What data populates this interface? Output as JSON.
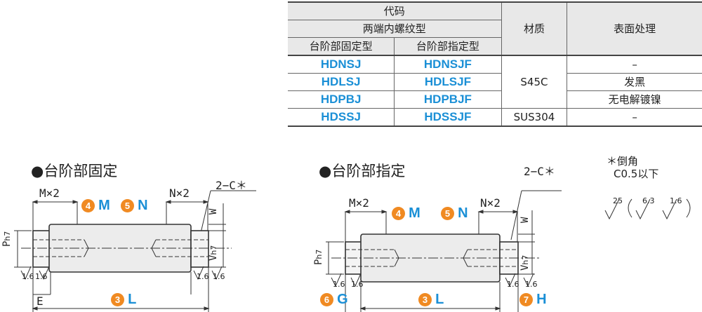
{
  "table": {
    "header": {
      "code": "代码",
      "type": "两端内螺纹型",
      "fixed": "台阶部固定型",
      "specified": "台阶部指定型",
      "material": "材质",
      "surface": "表面处理"
    },
    "rows": [
      {
        "fixed": "HDNSJ",
        "specified": "HDNSJF",
        "surface": "–"
      },
      {
        "fixed": "HDLSJ",
        "specified": "HDLSJF",
        "surface": "发黑"
      },
      {
        "fixed": "HDPBJ",
        "specified": "HDPBJF",
        "surface": "无电解镀镍"
      },
      {
        "fixed": "HDSSJ",
        "specified": "HDSSJF",
        "surface": "–"
      }
    ],
    "material_main": "S45C",
    "material_last": "SUS304"
  },
  "left_drawing": {
    "title": "●台阶部固定",
    "mx2": "M×2",
    "nx2": "N×2",
    "chamfer": "2−C＊",
    "w": "W",
    "v": "V",
    "h7": "h7",
    "p": "P",
    "ph7": "h7",
    "e": "E",
    "roughness": "1.6",
    "badge_m": "4",
    "m": "M",
    "badge_n": "5",
    "n": "N",
    "badge_l": "3",
    "l": "L"
  },
  "right_drawing": {
    "title": "●台阶部指定",
    "mx2": "M×2",
    "nx2": "N×2",
    "chamfer": "2−C＊",
    "w": "W",
    "v": "V",
    "h7": "h7",
    "p": "P",
    "ph7": "h7",
    "roughness": "1.6",
    "badge_m": "4",
    "m": "M",
    "badge_n": "5",
    "n": "N",
    "badge_l": "3",
    "l": "L",
    "badge_g": "6",
    "g": "G",
    "badge_h": "7",
    "h": "H"
  },
  "notes": {
    "star": "＊倒角",
    "chamfer": "C0.5以下",
    "r1": "25",
    "r2": "6.3",
    "r3": "1.6"
  }
}
